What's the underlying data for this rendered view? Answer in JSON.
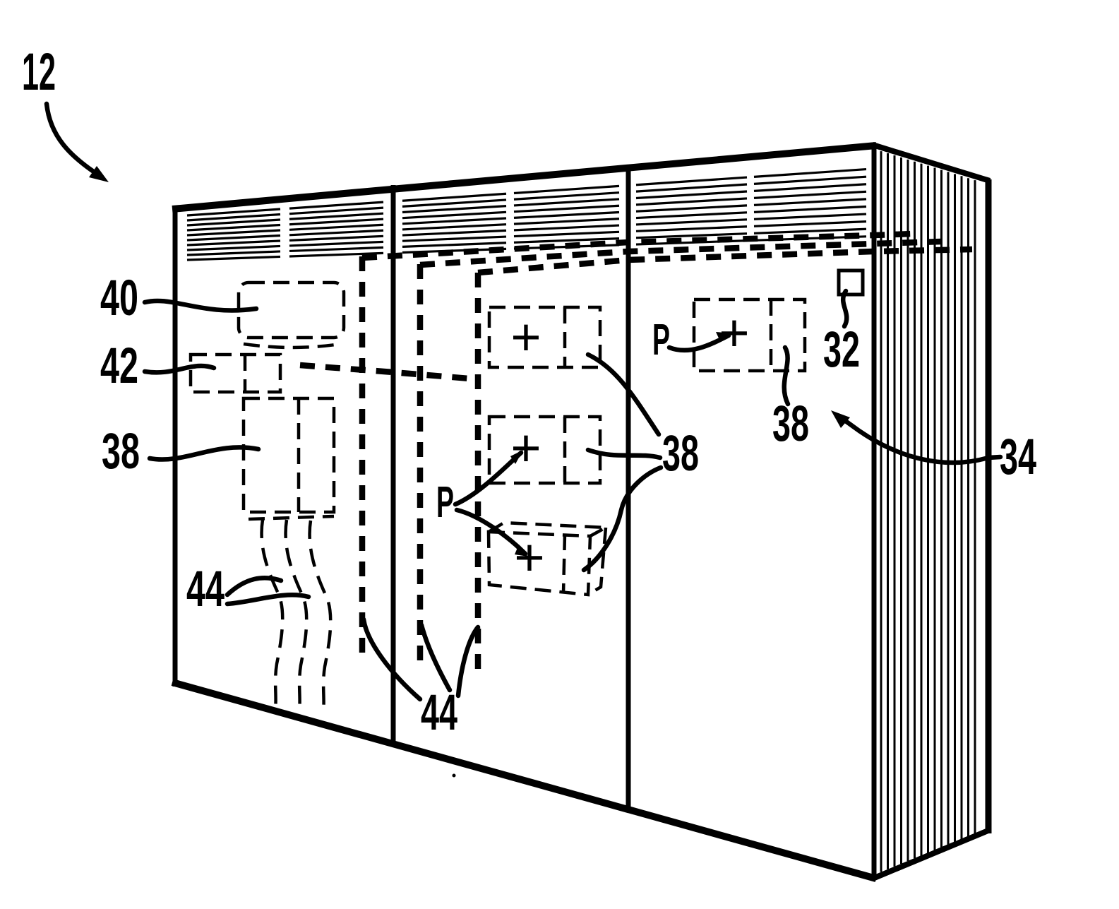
{
  "figure": {
    "background": "#ffffff",
    "ink": "#000000"
  },
  "labels": {
    "ref12": "12",
    "ref40": "40",
    "ref42": "42",
    "ref38_left": "38",
    "ref44_upper": "44",
    "ref44_lower": "44",
    "refP_middle": "P",
    "ref38_middle": "38",
    "refP_right": "P",
    "ref32": "32",
    "ref38_right": "38",
    "ref34": "34"
  },
  "symbols": {
    "plus": "+"
  }
}
